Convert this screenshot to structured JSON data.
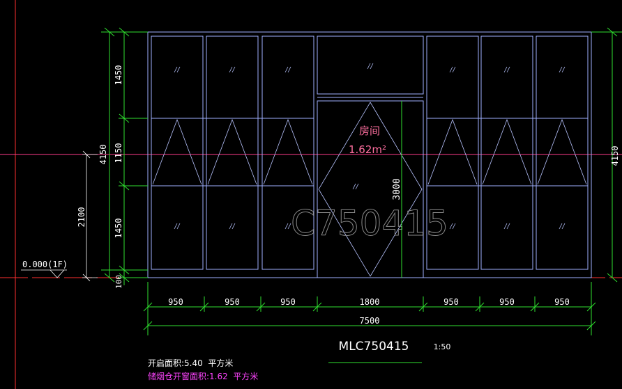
{
  "colors": {
    "background": "#000000",
    "window_frame": "#9fb0ff",
    "opening_lines": "#b8c4ff",
    "dimension": "#2fe02f",
    "dimension_text": "#ffffff",
    "red_datum": "#ff3030",
    "magenta_axis": "#ff3c8c",
    "room_label": "#ff6f9f",
    "watermark": "#8a8a8a",
    "note_white": "#ffffff",
    "note_magenta": "#ff44ff"
  },
  "drawing": {
    "window_code_watermark": "C750415",
    "window_label": "MLC750415",
    "scale": "1:50",
    "room_name": "房间",
    "room_area": "1.62m²",
    "level_mark": "0.000(1F)",
    "glass_mark": "//"
  },
  "dims": {
    "bottom_segments": [
      "950",
      "950",
      "950",
      "1800",
      "950",
      "950",
      "950"
    ],
    "total_width": "7500",
    "left_rows": [
      "1450",
      "1150",
      "1450"
    ],
    "left_base": "100",
    "left_total": "4150",
    "right_total": "4150",
    "sill_height": "2100",
    "door_height": "3000"
  },
  "notes": {
    "opening_area": "开启面积:5.40  平方米",
    "smoke_vent_area": "储烟仓开窗面积:1.62  平方米"
  }
}
